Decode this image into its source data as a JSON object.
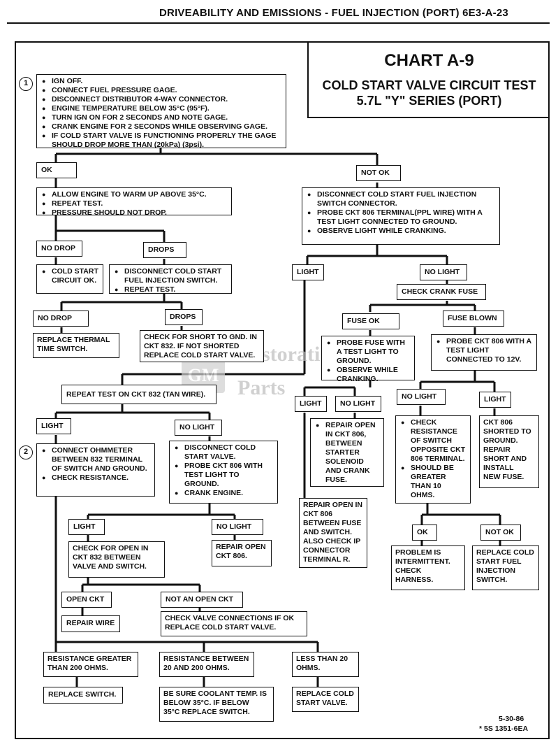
{
  "header": {
    "title": "DRIVEABILITY AND EMISSIONS - FUEL INJECTION (PORT)  6E3-A-23"
  },
  "chart_title": {
    "line1": "CHART A-9",
    "line2": "COLD START VALVE CIRCUIT TEST",
    "line3": "5.7L \"Y\" SERIES (PORT)"
  },
  "markers": {
    "m1": "1",
    "m2": "2"
  },
  "steps": {
    "initial": [
      "IGN OFF.",
      "CONNECT FUEL PRESSURE GAGE.",
      "DISCONNECT DISTRIBUTOR 4-WAY CONNECTOR.",
      "ENGINE TEMPERATURE BELOW 35°C (95°F).",
      "TURN IGN ON FOR 2 SECONDS AND NOTE GAGE.",
      "CRANK ENGINE FOR 2 SECONDS WHILE OBSERVING GAGE.",
      "IF COLD START VALVE IS FUNCTIONING PROPERLY THE GAGE SHOULD DROP MORE THAN (20kPa) (3psi)."
    ],
    "ok_label": "OK",
    "warm_up": [
      "ALLOW ENGINE TO WARM UP ABOVE 35°C.",
      "REPEAT TEST.",
      "PRESSURE SHOULD NOT DROP."
    ],
    "no_drop_label": "NO DROP",
    "drops_label": "DROPS",
    "cold_start_ok": [
      "COLD START CIRCUIT OK."
    ],
    "disconnect_switch": [
      "DISCONNECT COLD START FUEL INJECTION SWITCH.",
      "REPEAT TEST."
    ],
    "no_drop2_label": "NO DROP",
    "drops2_label": "DROPS",
    "replace_thermal": "REPLACE THERMAL\nTIME SWITCH.",
    "check_short": "CHECK FOR SHORT TO GND. IN\nCKT 832.  IF NOT SHORTED\nREPLACE COLD START VALVE.",
    "not_ok_label": "NOT OK",
    "disconnect_cold_start": [
      "DISCONNECT COLD START FUEL INJECTION SWITCH CONNECTOR.",
      "PROBE CKT 806 TERMINAL(PPL WIRE) WITH A TEST LIGHT CONNECTED TO GROUND.",
      "OBSERVE LIGHT WHILE CRANKING."
    ],
    "light_label": "LIGHT",
    "no_light_label": "NO LIGHT",
    "check_crank_fuse": "CHECK CRANK FUSE",
    "fuse_ok_label": "FUSE OK",
    "fuse_blown_label": "FUSE BLOWN",
    "probe_fuse": [
      "PROBE FUSE WITH A TEST LIGHT TO GROUND.",
      "OBSERVE WHILE CRANKING."
    ],
    "probe_ckt806_12v": [
      "PROBE CKT 806 WITH A TEST LIGHT CONNECTED TO 12V."
    ],
    "repeat_test_832": "REPEAT TEST ON CKT 832 (TAN WIRE).",
    "light2_label": "LIGHT",
    "no_light2_label": "NO LIGHT",
    "repair_open_starter": [
      "REPAIR OPEN IN CKT 806, BETWEEN STARTER SOLENOID AND CRANK FUSE."
    ],
    "repair_open_fuse_switch": "REPAIR OPEN IN\nCKT 806\nBETWEEN FUSE\nAND SWITCH.\nALSO CHECK IP\nCONNECTOR\nTERMINAL R.",
    "no_light3_label": "NO LIGHT",
    "light3_label": "LIGHT",
    "check_resistance_switch": [
      "CHECK RESISTANCE OF SWITCH OPPOSITE CKT 806 TERMINAL.",
      "SHOULD BE GREATER THAN 10 OHMS."
    ],
    "ckt806_shorted": "CKT 806\nSHORTED TO\nGROUND.\nREPAIR\nSHORT AND\nINSTALL\nNEW FUSE.",
    "ok2_label": "OK",
    "not_ok2_label": "NOT OK",
    "intermittent": "PROBLEM IS\nINTERMITTENT.\nCHECK\nHARNESS.",
    "replace_switch_fuel": "REPLACE COLD\nSTART FUEL\nINJECTION\nSWITCH.",
    "light4_label": "LIGHT",
    "no_light4_label": "NO LIGHT",
    "connect_ohmmeter": [
      "CONNECT OHMMETER BETWEEN 832 TERMINAL OF SWITCH AND GROUND.",
      "CHECK RESISTANCE."
    ],
    "disconnect_valve": [
      "DISCONNECT COLD START VALVE.",
      "PROBE CKT 806 WITH TEST LIGHT TO GROUND.",
      "CRANK ENGINE."
    ],
    "light5_label": "LIGHT",
    "no_light5_label": "NO LIGHT",
    "check_open_832": "CHECK FOR OPEN IN\nCKT 832 BETWEEN\nVALVE AND SWITCH.",
    "repair_open_806": "REPAIR OPEN\nCKT 806.",
    "open_ckt_label": "OPEN CKT",
    "not_open_ckt_label": "NOT AN OPEN CKT",
    "repair_wire": "REPAIR WIRE",
    "check_valve_conn": "CHECK VALVE CONNECTIONS IF OK\nREPLACE COLD START VALVE.",
    "res_greater_200": "RESISTANCE GREATER\nTHAN 200 OHMS.",
    "res_between": "RESISTANCE BETWEEN\n20 AND 200 OHMS.",
    "less_than_20": "LESS THAN 20\nOHMS.",
    "replace_switch": "REPLACE SWITCH.",
    "coolant_temp": "BE SURE COOLANT TEMP. IS\nBELOW 35°C.  IF BELOW\n35°C REPLACE SWITCH.",
    "replace_valve": "REPLACE COLD\nSTART VALVE."
  },
  "watermark": {
    "logo": "GM",
    "line1": "Restorati",
    "line2": "Parts"
  },
  "footer": {
    "date": "5-30-86",
    "code": "* 5S 1351-6EA"
  }
}
